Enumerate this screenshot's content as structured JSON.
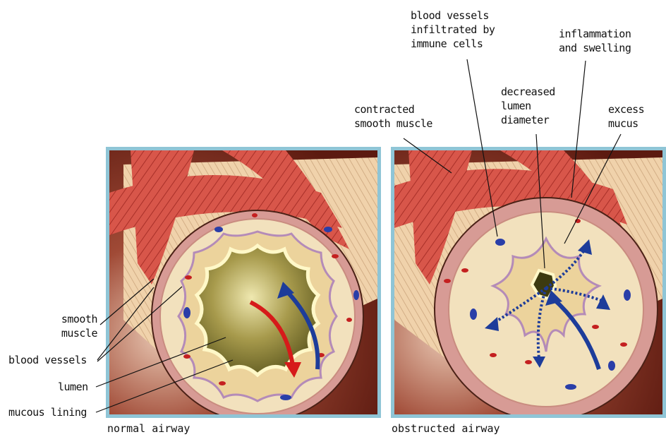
{
  "labels": {
    "blood_vessels_infiltrated": [
      "blood vessels",
      "infiltrated by",
      "immune cells"
    ],
    "inflammation": [
      "inflammation",
      "and swelling"
    ],
    "decreased_lumen": [
      "decreased",
      "lumen",
      "diameter"
    ],
    "excess_mucus": [
      "excess",
      "mucus"
    ],
    "contracted_muscle": [
      "contracted",
      "smooth muscle"
    ],
    "smooth_muscle": [
      "smooth",
      "muscle"
    ],
    "blood_vessels": "blood vessels",
    "lumen": "lumen",
    "mucous_lining": "mucous lining"
  },
  "captions": {
    "normal": "normal airway",
    "obstructed": "obstructed airway"
  },
  "colors": {
    "frame": "#8fc5d6",
    "muscle": "#d9534a",
    "wall": "#f3e3c0",
    "lumen": "#6e6a26",
    "airflow_in": "#d61a1a",
    "airflow_out": "#1d3c9a"
  }
}
